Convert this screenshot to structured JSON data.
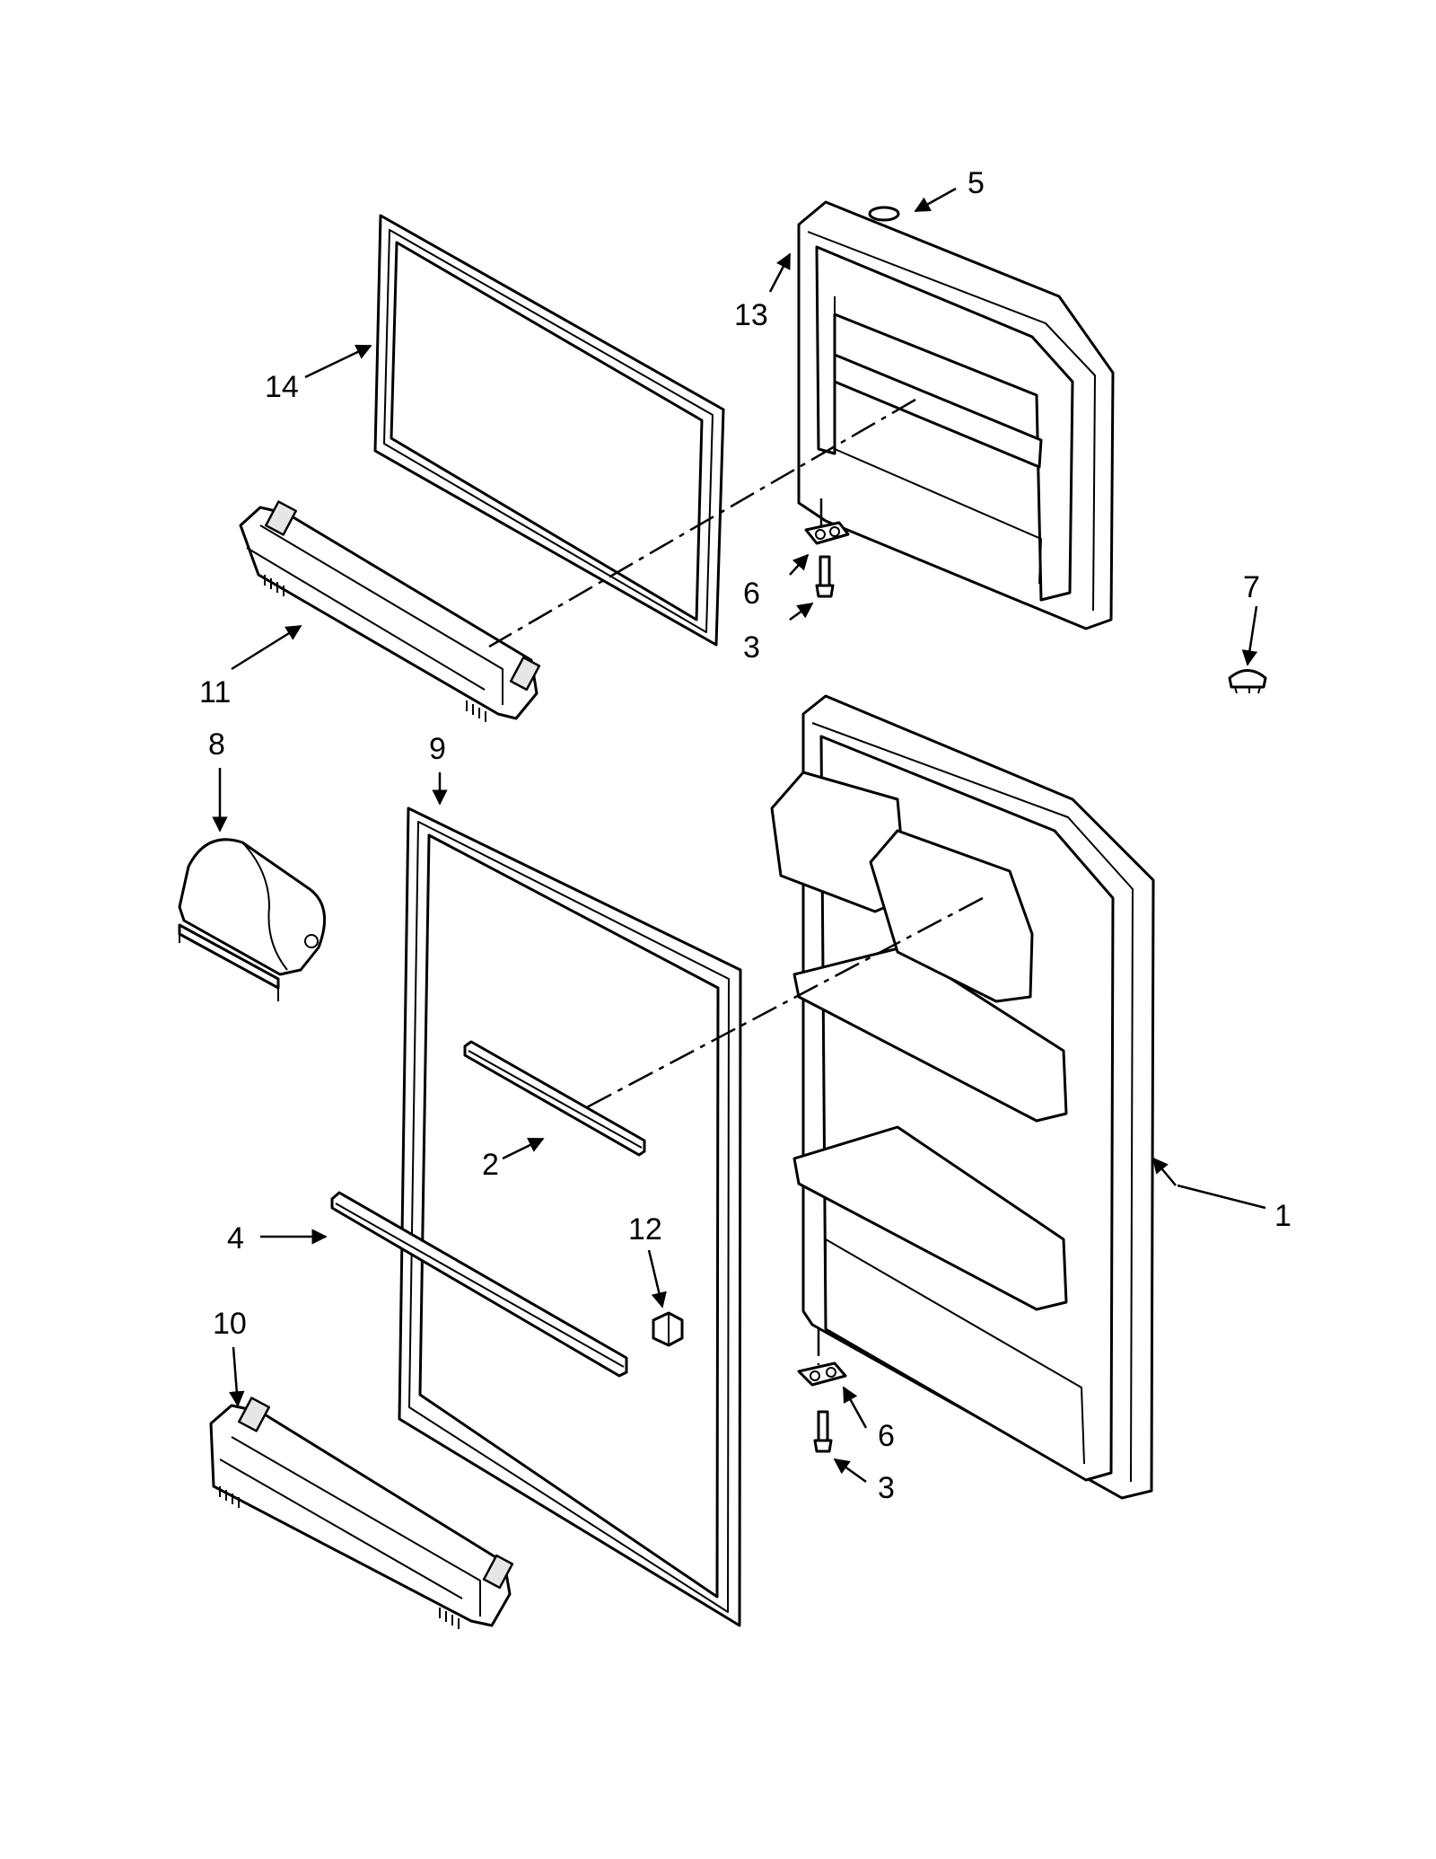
{
  "callouts": [
    {
      "id": "c1",
      "label": "1"
    },
    {
      "id": "c2",
      "label": "2"
    },
    {
      "id": "c3a",
      "label": "3"
    },
    {
      "id": "c3b",
      "label": "3"
    },
    {
      "id": "c4",
      "label": "4"
    },
    {
      "id": "c5",
      "label": "5"
    },
    {
      "id": "c6a",
      "label": "6"
    },
    {
      "id": "c6b",
      "label": "6"
    },
    {
      "id": "c7",
      "label": "7"
    },
    {
      "id": "c8",
      "label": "8"
    },
    {
      "id": "c9",
      "label": "9"
    },
    {
      "id": "c10",
      "label": "10"
    },
    {
      "id": "c11",
      "label": "11"
    },
    {
      "id": "c12",
      "label": "12"
    },
    {
      "id": "c13",
      "label": "13"
    },
    {
      "id": "c14",
      "label": "14"
    }
  ],
  "colors": {
    "line": "#000000",
    "background": "#ffffff",
    "shade": "#e6e6e6"
  }
}
